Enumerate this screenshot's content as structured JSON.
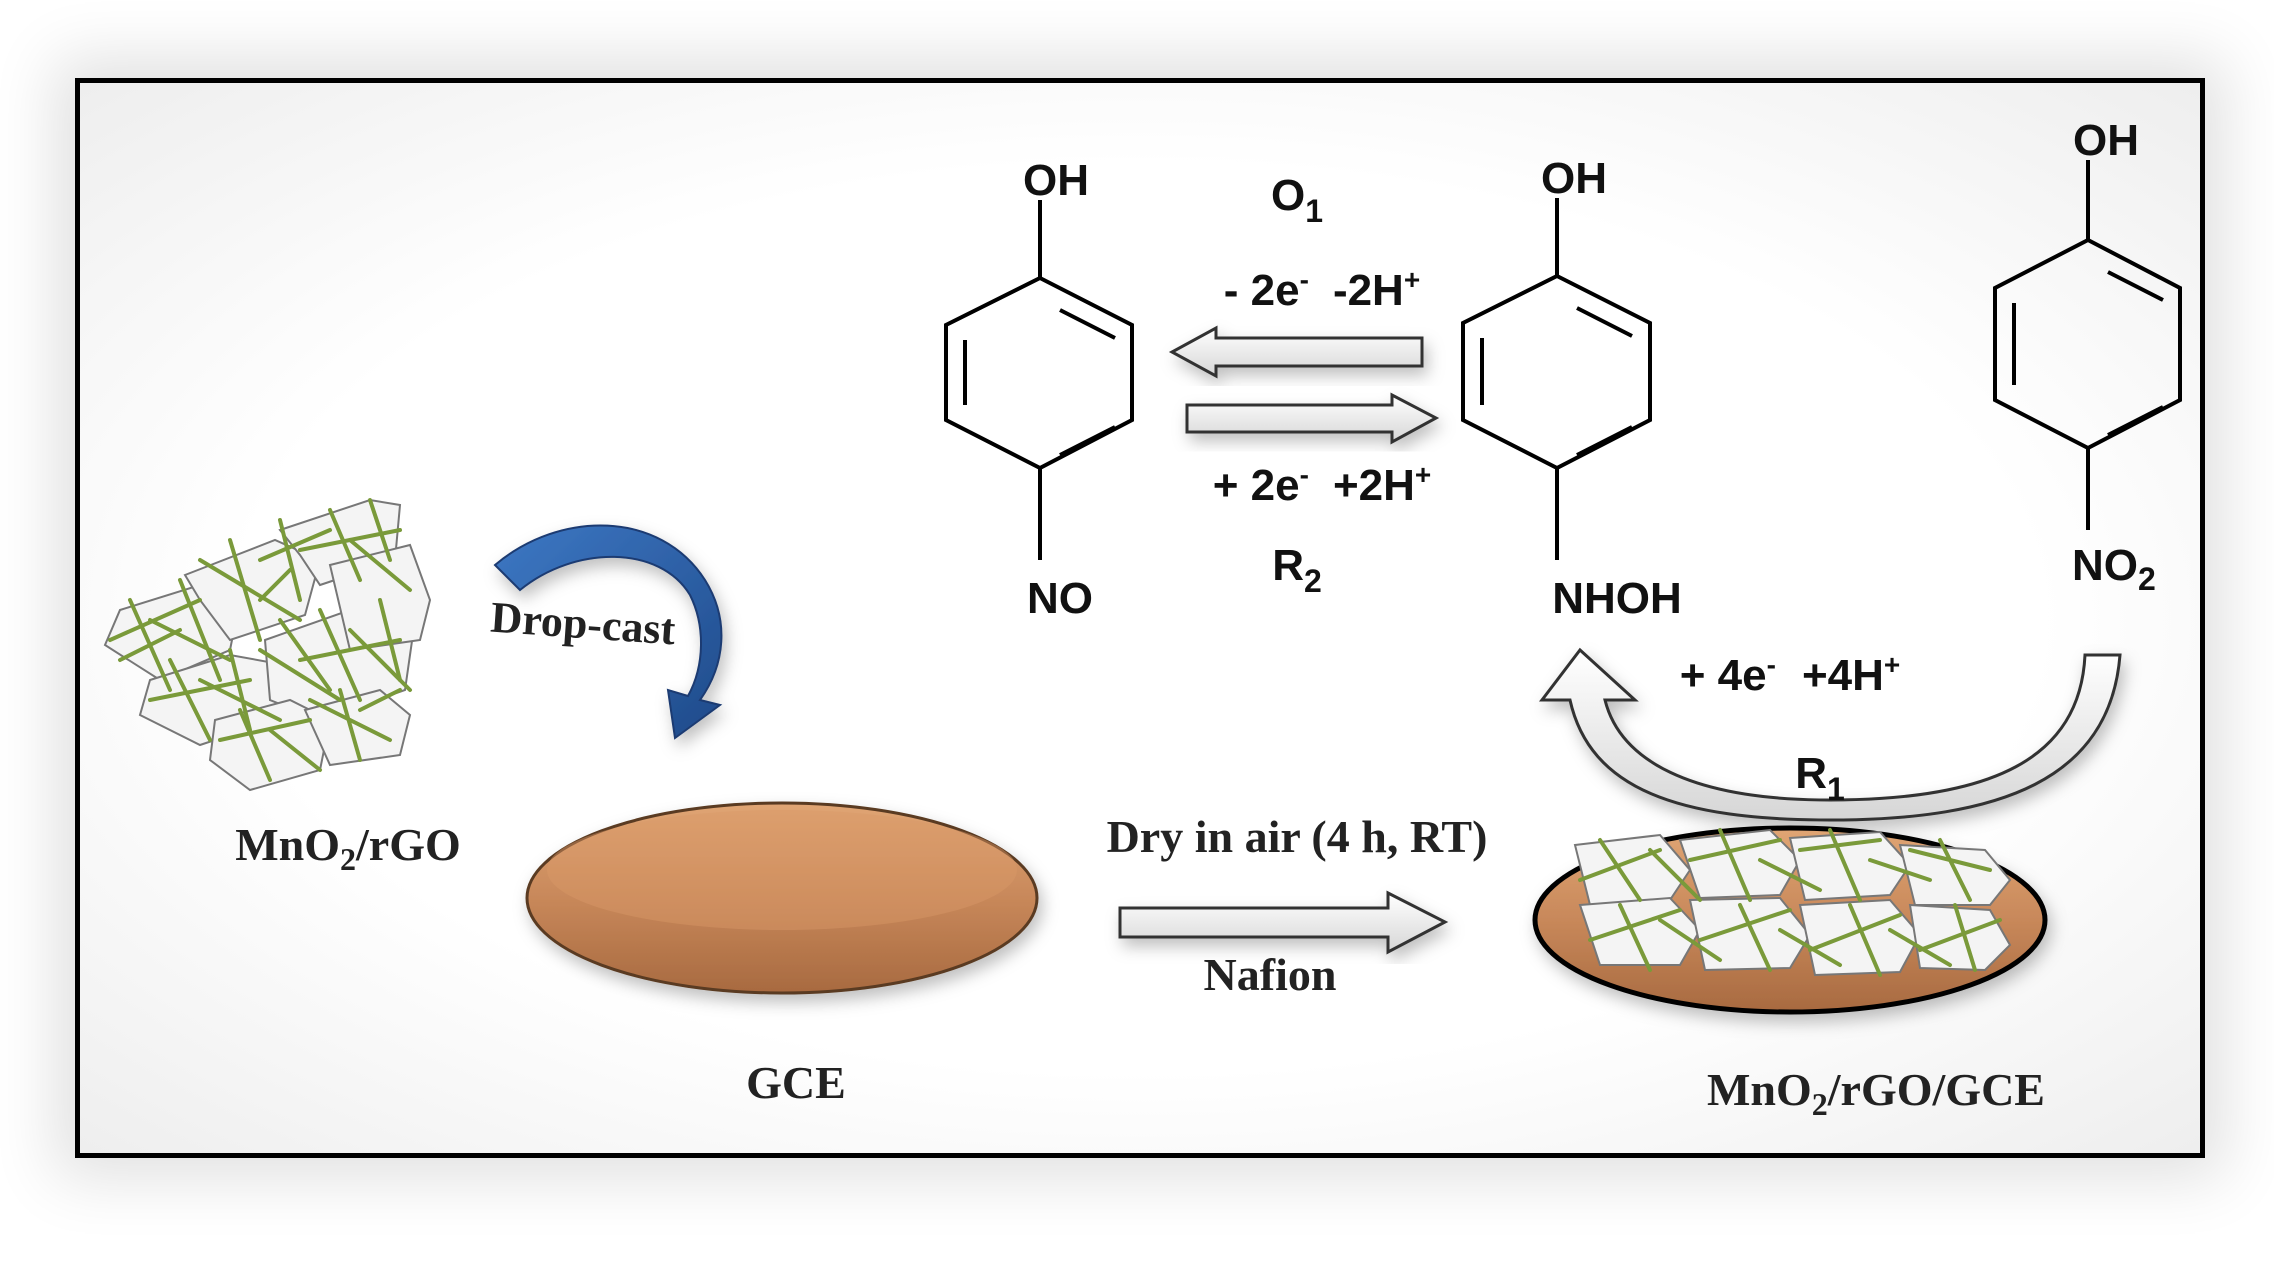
{
  "molecules": {
    "left": {
      "top_group": "OH",
      "bottom_group": "NO"
    },
    "middle": {
      "top_group": "OH",
      "bottom_group": "NHOH"
    },
    "right": {
      "top_group": "OH",
      "bottom_group_main": "NO",
      "bottom_group_sub": "2"
    }
  },
  "reactions": {
    "o1": {
      "main": "O",
      "sub": "1"
    },
    "r2": {
      "main": "R",
      "sub": "2"
    },
    "r1": {
      "main": "R",
      "sub": "1"
    },
    "oxidation": {
      "part1": "- 2e",
      "sup1": "-",
      "part2": "-2H",
      "sup2": "+"
    },
    "reduction": {
      "part1": "+ 2e",
      "sup1": "-",
      "part2": "+2H",
      "sup2": "+"
    },
    "four_electron": {
      "part1": "+ 4e",
      "sup1": "-",
      "part2": "+4H",
      "sup2": "+"
    }
  },
  "labels": {
    "drop_cast": "Drop-cast",
    "composite": {
      "a": "MnO",
      "sub": "2",
      "b": "/rGO"
    },
    "gce": "GCE",
    "modified": {
      "a": "MnO",
      "sub": "2",
      "b": "/rGO/GCE"
    },
    "dry": "Dry in air (4 h, RT)",
    "nafion": "Nafion"
  },
  "colors": {
    "electrode": "#c8885a",
    "electrode_edge": "#5a3a20",
    "curved_arrow_blue": "#2a5aa0",
    "rgo_sheet": "#f2f2f2",
    "mno2_rods": "#7a9a3a",
    "arrow_fill": "#ececec"
  }
}
